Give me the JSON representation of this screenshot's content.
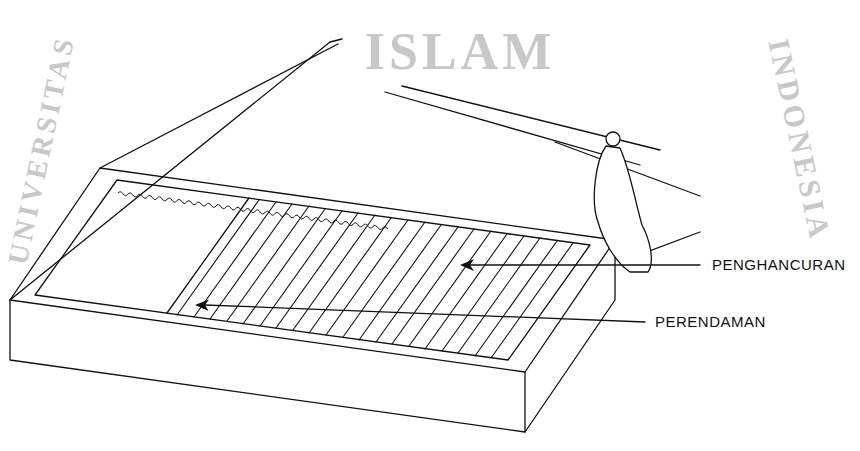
{
  "diagram": {
    "labels": [
      "ISLAM",
      "UNIVERSITAS",
      "INDONESIA",
      "PENGHANCURAN",
      "PERENDAMAN"
    ]
  }
}
